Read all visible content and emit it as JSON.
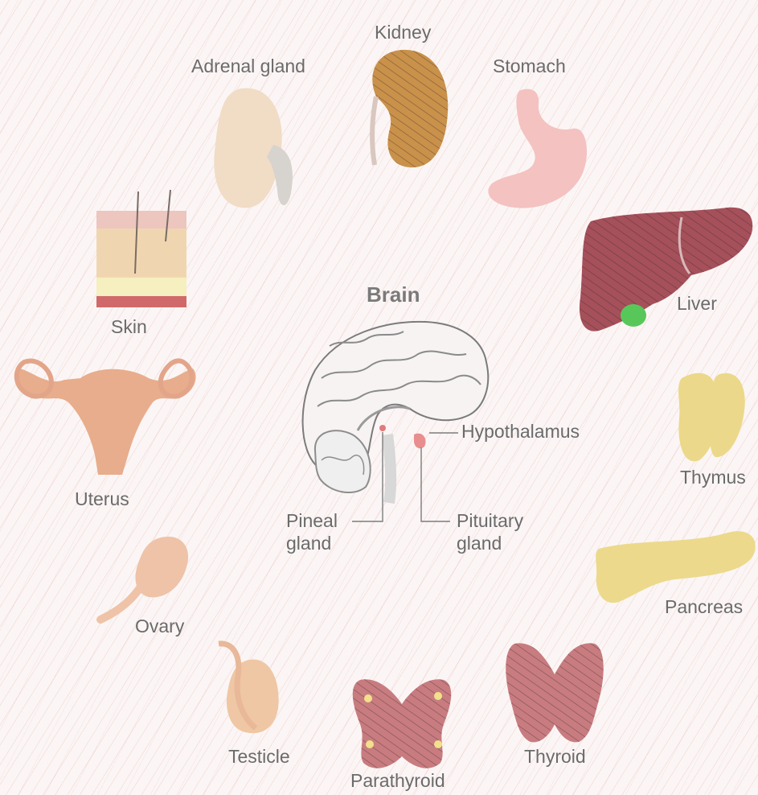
{
  "diagram": {
    "center": {
      "title": "Brain",
      "labels": {
        "hypothalamus": "Hypothalamus",
        "pineal": "Pineal gland",
        "pituitary": "Pituitary gland"
      }
    },
    "organs": {
      "kidney": "Kidney",
      "adrenal": "Adrenal gland",
      "stomach": "Stomach",
      "liver": "Liver",
      "skin": "Skin",
      "uterus": "Uterus",
      "thymus": "Thymus",
      "pancreas": "Pancreas",
      "ovary": "Ovary",
      "testicle": "Testicle",
      "thyroid": "Thyroid",
      "parathyroid": "Parathyroid"
    },
    "colors": {
      "kidney": "#c9914a",
      "liver": "#a5505a",
      "gallbladder": "#58c75a",
      "thyroid": "#c87c80",
      "thymus": "#ecd88a",
      "pancreas": "#ecd98c",
      "skin": "#f0d6b0",
      "uterus": "#e8ad8c",
      "stomach": "#f4c2c0"
    }
  }
}
